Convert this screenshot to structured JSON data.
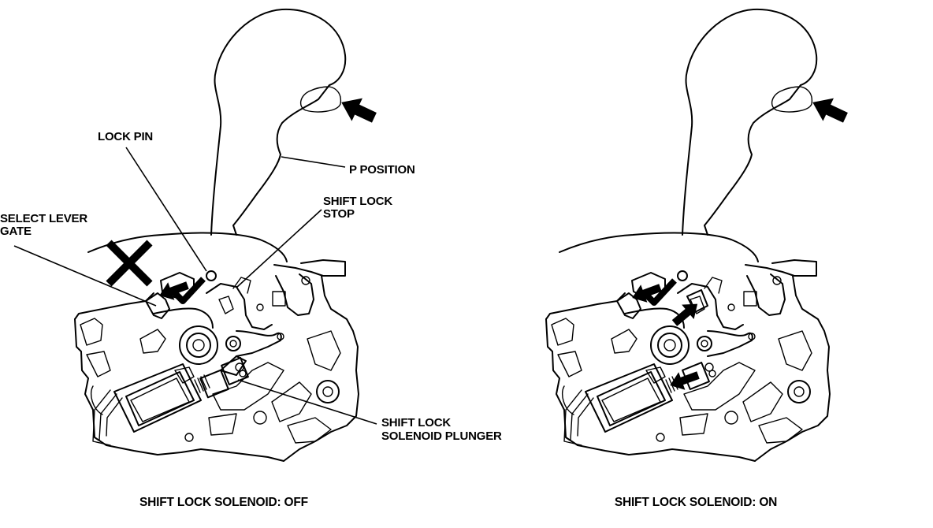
{
  "labels": {
    "lock_pin": "LOCK PIN",
    "p_position": "P POSITION",
    "shift_lock_stop_1": "SHIFT LOCK",
    "shift_lock_stop_2": "STOP",
    "select_lever_gate_1": "SELECT LEVER",
    "select_lever_gate_2": "GATE",
    "plunger_1": "SHIFT LOCK",
    "plunger_2": "SOLENOID PLUNGER"
  },
  "captions": {
    "off": "SHIFT LOCK SOLENOID: OFF",
    "on": "SHIFT LOCK SOLENOID: ON"
  },
  "icons": {
    "blocked": "x-mark-icon",
    "push_direction": "arrow-icon"
  },
  "colors": {
    "line": "#000000",
    "background": "#ffffff"
  }
}
